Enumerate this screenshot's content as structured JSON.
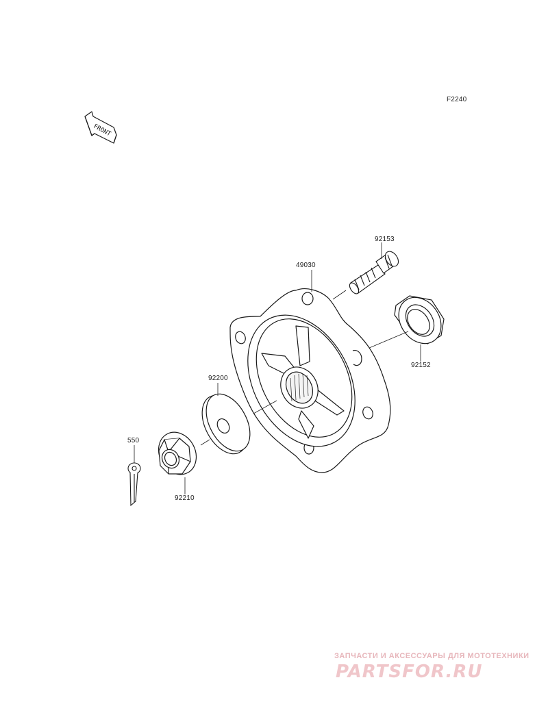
{
  "figure": {
    "code": "F2240",
    "front_arrow_text": "FRONT"
  },
  "parts": {
    "stud": "92153",
    "hub": "49030",
    "seal": "92152",
    "washer": "92200",
    "cotter_pin": "550",
    "nut": "92210"
  },
  "watermark": {
    "tagline": "ЗАПЧАСТИ И АКСЕССУАРЫ ДЛЯ МОТОТЕХНИКИ",
    "logo": "PARTSFOR.RU"
  },
  "colors": {
    "line": "#1a1a1a",
    "watermark": "#e8a9b0"
  }
}
